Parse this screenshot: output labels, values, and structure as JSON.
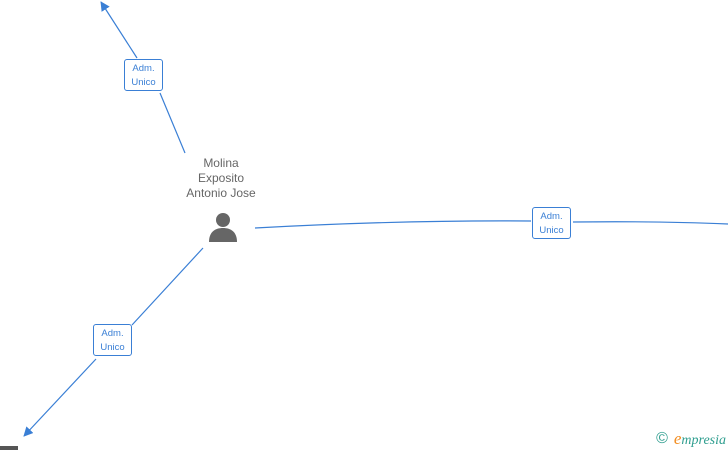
{
  "node": {
    "name_lines": [
      "Molina",
      "Exposito",
      "Antonio Jose"
    ],
    "icon": "person-icon"
  },
  "edges": [
    {
      "role_line1": "Adm.",
      "role_line2": "Unico"
    },
    {
      "role_line1": "Adm.",
      "role_line2": "Unico"
    },
    {
      "role_line1": "Adm.",
      "role_line2": "Unico"
    }
  ],
  "footer": {
    "copyright_symbol": "©",
    "brand_initial": "e",
    "brand_rest": "mpresia"
  },
  "colors": {
    "edge": "#3a7fd5",
    "node_text": "#666666",
    "icon": "#666666",
    "brand_teal": "#2f9e8f",
    "brand_orange": "#f28c1e"
  }
}
